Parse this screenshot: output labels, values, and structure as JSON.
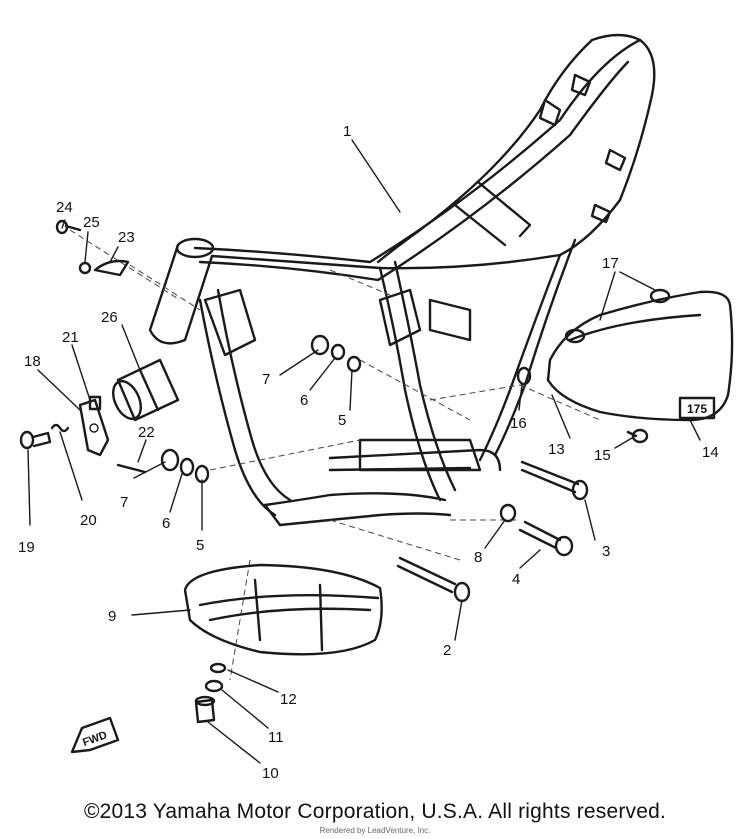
{
  "diagram": {
    "callouts": [
      "1",
      "2",
      "3",
      "4",
      "5",
      "5",
      "6",
      "6",
      "7",
      "7",
      "8",
      "9",
      "10",
      "11",
      "12",
      "13",
      "14",
      "15",
      "16",
      "17",
      "18",
      "19",
      "20",
      "21",
      "22",
      "23",
      "24",
      "25",
      "26"
    ],
    "badge_text": "175",
    "fwd_label": "FWD"
  },
  "footer": {
    "copyright": "©2013 Yamaha Motor Corporation, U.S.A. All rights reserved.",
    "rendered_by": "Rendered by LeadVenture, Inc."
  }
}
